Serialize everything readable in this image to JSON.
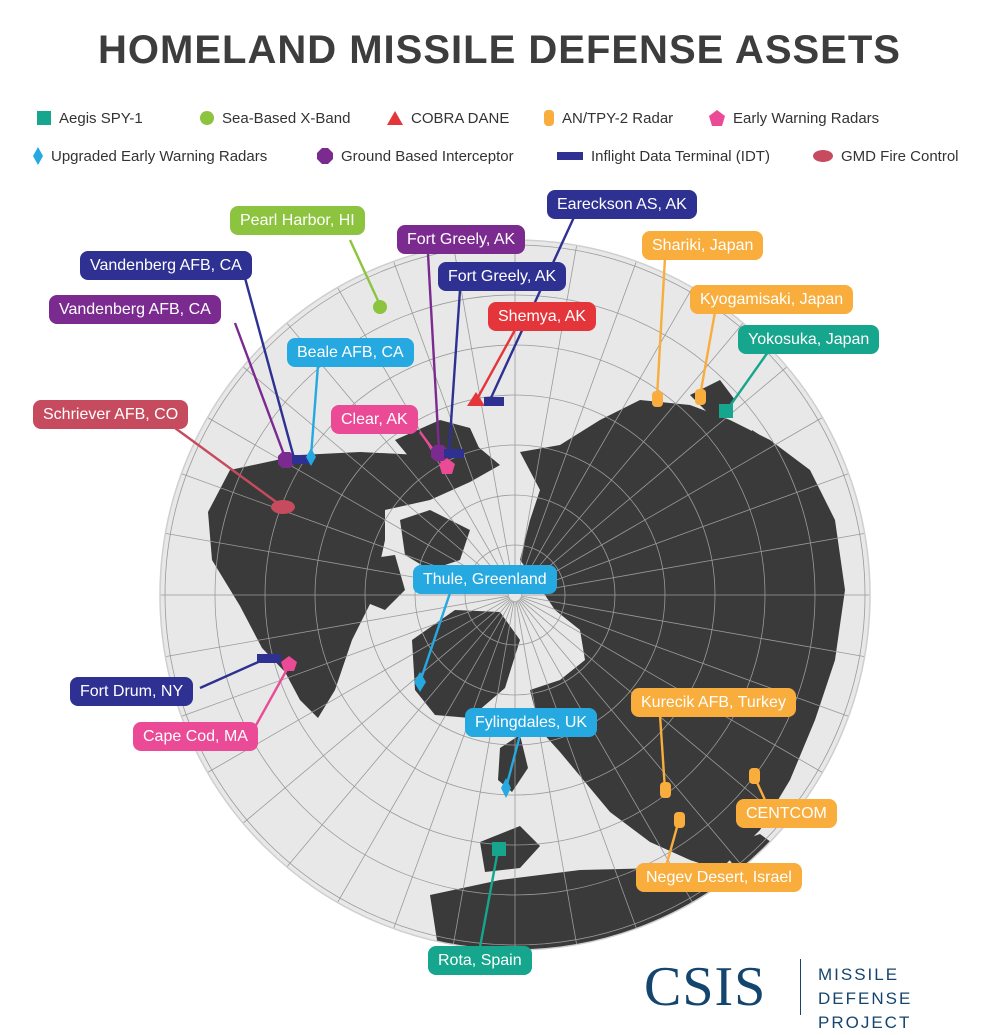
{
  "title": "HOMELAND MISSILE DEFENSE ASSETS",
  "colors": {
    "aegis": "#16a58d",
    "sbx": "#8cc43f",
    "cobra": "#e4353a",
    "tpy2": "#f8ad3d",
    "ewr": "#ea4a96",
    "uewr": "#25a9e0",
    "gbi": "#7b2a8f",
    "idt": "#2e3192",
    "gmd": "#c64b5e",
    "land": "#3a3a3a",
    "ocean": "#e8e8e8"
  },
  "legend": [
    {
      "key": "aegis",
      "label": "Aegis SPY-1",
      "icon": "square-icon"
    },
    {
      "key": "sbx",
      "label": "Sea-Based X-Band",
      "icon": "circle-icon"
    },
    {
      "key": "cobra",
      "label": "COBRA DANE",
      "icon": "triangle-icon"
    },
    {
      "key": "tpy2",
      "label": "AN/TPY-2 Radar",
      "icon": "capsule-icon"
    },
    {
      "key": "ewr",
      "label": "Early Warning Radars",
      "icon": "pentagon-icon"
    },
    {
      "key": "uewr",
      "label": "Upgraded Early Warning Radars",
      "icon": "diamond-icon"
    },
    {
      "key": "gbi",
      "label": "Ground Based Interceptor",
      "icon": "octagon-icon"
    },
    {
      "key": "idt",
      "label": "Inflight Data Terminal (IDT)",
      "icon": "bar-icon"
    },
    {
      "key": "gmd",
      "label": "GMD Fire Control",
      "icon": "ellipse-icon"
    }
  ],
  "sites": [
    {
      "label": "Pearl Harbor, HI",
      "type": "sbx"
    },
    {
      "label": "Eareckson AS, AK",
      "type": "idt"
    },
    {
      "label": "Fort Greely, AK",
      "type": "gbi"
    },
    {
      "label": "Shariki, Japan",
      "type": "tpy2"
    },
    {
      "label": "Vandenberg AFB, CA",
      "type": "idt"
    },
    {
      "label": "Fort Greely, AK",
      "type": "idt"
    },
    {
      "label": "Kyogamisaki, Japan",
      "type": "tpy2"
    },
    {
      "label": "Vandenberg AFB, CA",
      "type": "gbi"
    },
    {
      "label": "Shemya, AK",
      "type": "cobra"
    },
    {
      "label": "Yokosuka, Japan",
      "type": "aegis"
    },
    {
      "label": "Beale AFB, CA",
      "type": "uewr"
    },
    {
      "label": "Schriever AFB, CO",
      "type": "gmd"
    },
    {
      "label": "Clear, AK",
      "type": "ewr"
    },
    {
      "label": "Thule, Greenland",
      "type": "uewr"
    },
    {
      "label": "Fort Drum, NY",
      "type": "idt"
    },
    {
      "label": "Kurecik AFB, Turkey",
      "type": "tpy2"
    },
    {
      "label": "Cape Cod, MA",
      "type": "ewr"
    },
    {
      "label": "Fylingdales, UK",
      "type": "uewr"
    },
    {
      "label": "CENTCOM",
      "type": "tpy2"
    },
    {
      "label": "Negev Desert, Israel",
      "type": "tpy2"
    },
    {
      "label": "Rota, Spain",
      "type": "aegis"
    }
  ],
  "logo": {
    "name": "CSIS",
    "tagline": "MISSILE DEFENSE\nPROJECT"
  }
}
